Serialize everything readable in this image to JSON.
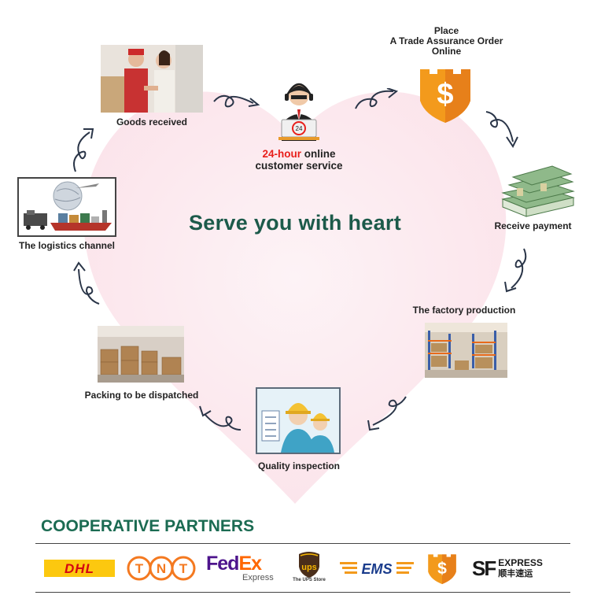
{
  "title": "Serve you with heart",
  "steps": {
    "goods_received": "Goods received",
    "customer_service_highlight": "24-hour",
    "customer_service_rest": " online",
    "customer_service_line2": "customer service",
    "place_line1": "Place",
    "place_line2": "A Trade Assurance Order",
    "place_line3": "Online",
    "receive_payment": "Receive payment",
    "factory_production": "The factory production",
    "quality_inspection": "Quality inspection",
    "packing": "Packing to be dispatched",
    "logistics": "The logistics channel"
  },
  "partners": {
    "title": "COOPERATIVE PARTNERS",
    "dhl": "DHL",
    "tnt": "TNT",
    "fedex_fed": "Fed",
    "fedex_ex": "Ex",
    "fedex_sub": "Express",
    "ups": "ups",
    "ups_sub": "The UPS Store",
    "ems": "EMS",
    "sf_mark": "SF",
    "sf_express": "EXPRESS",
    "sf_chinese": "顺丰速运"
  },
  "colors": {
    "title": "#1c5a4a",
    "partners_title": "#1b6b52",
    "accent_red": "#e8201c",
    "heart": "#fde8ee"
  }
}
